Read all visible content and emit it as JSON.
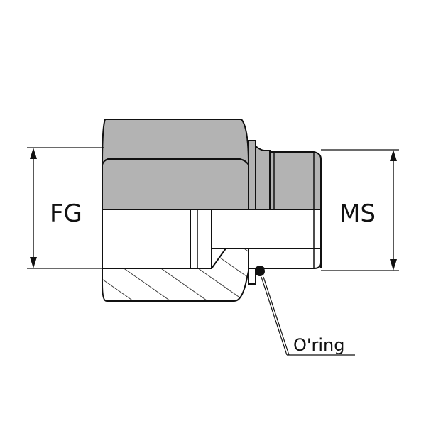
{
  "labels": {
    "female_thread": "FG",
    "male_thread": "MS",
    "seal": "O'ring"
  },
  "colors": {
    "outline": "#111111",
    "body_fill": "#b3b3b3",
    "background": "#ffffff"
  }
}
